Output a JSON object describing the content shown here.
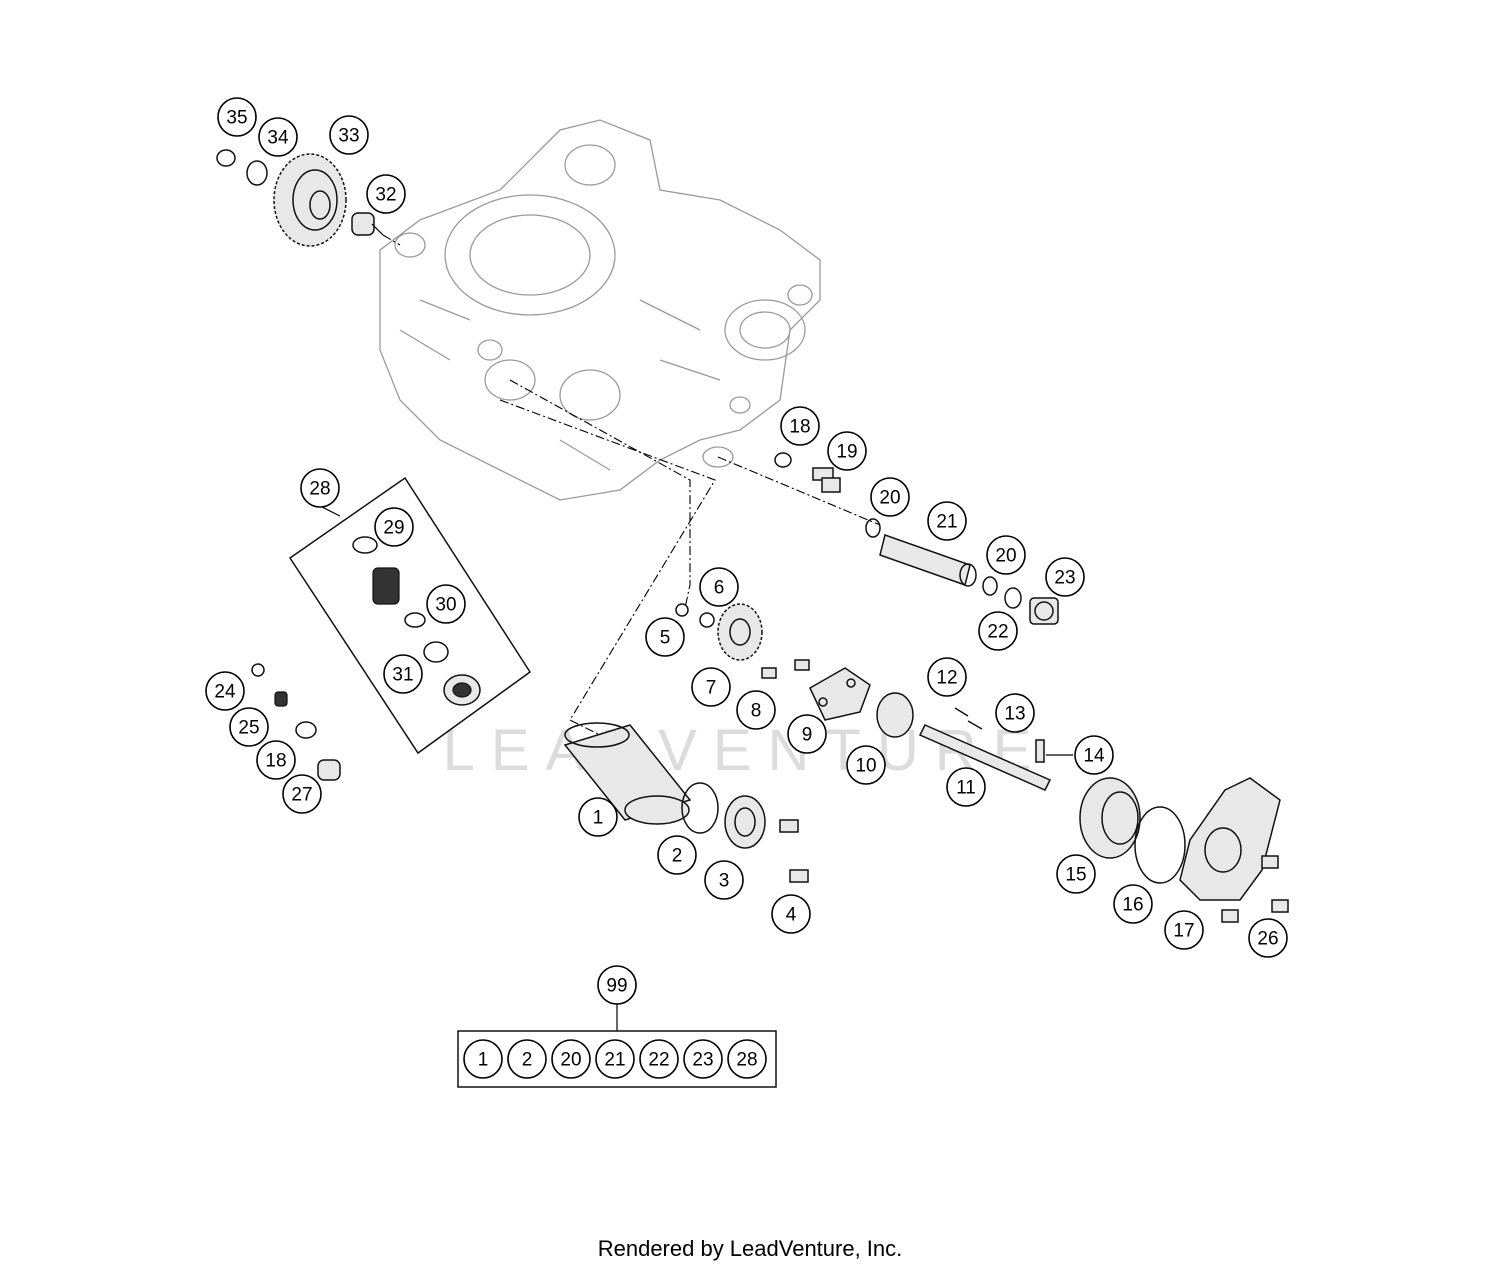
{
  "watermark": "LEADVENTURE",
  "footer": "Rendered by LeadVenture, Inc.",
  "callout_labels": [
    "35",
    "34",
    "33",
    "32",
    "18",
    "19",
    "20",
    "21",
    "20",
    "23",
    "22",
    "28",
    "29",
    "30",
    "31",
    "24",
    "25",
    "18",
    "27",
    "6",
    "5",
    "7",
    "8",
    "9",
    "10",
    "12",
    "13",
    "11",
    "14",
    "1",
    "2",
    "3",
    "4",
    "15",
    "16",
    "17",
    "26",
    "99"
  ],
  "kit_labels": [
    "1",
    "2",
    "20",
    "21",
    "22",
    "23",
    "28"
  ]
}
